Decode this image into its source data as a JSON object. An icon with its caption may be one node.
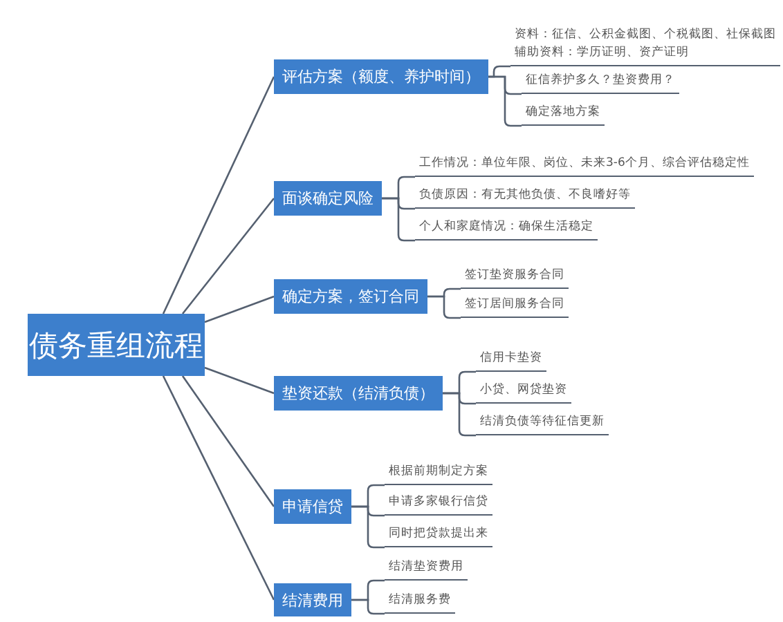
{
  "diagram": {
    "nodes": [
      {
        "text": [
          "债务重组流程"
        ]
      },
      {
        "text": [
          "评估方案（额度、养护时间）"
        ]
      },
      {
        "text": [
          "资料：征信、公积金截图、个税截图、社保截图",
          "辅助资料：学历证明、资产证明"
        ]
      },
      {
        "text": [
          "征信养护多久？垫资费用？"
        ]
      },
      {
        "text": [
          "确定落地方案"
        ]
      },
      {
        "text": [
          "面谈确定风险"
        ]
      },
      {
        "text": [
          "工作情况：单位年限、岗位、未来3-6个月、综合评估稳定性"
        ]
      },
      {
        "text": [
          "负债原因：有无其他负债、不良嗜好等"
        ]
      },
      {
        "text": [
          "个人和家庭情况：确保生活稳定"
        ]
      },
      {
        "text": [
          "确定方案，签订合同"
        ]
      },
      {
        "text": [
          "签订垫资服务合同"
        ]
      },
      {
        "text": [
          "签订居间服务合同"
        ]
      },
      {
        "text": [
          "垫资还款（结清负债）"
        ]
      },
      {
        "text": [
          "信用卡垫资"
        ]
      },
      {
        "text": [
          "小贷、网贷垫资"
        ]
      },
      {
        "text": [
          "结清负债等待征信更新"
        ]
      },
      {
        "text": [
          "申请信贷"
        ]
      },
      {
        "text": [
          "根据前期制定方案"
        ]
      },
      {
        "text": [
          "申请多家银行信贷"
        ]
      },
      {
        "text": [
          "同时把贷款提出来"
        ]
      },
      {
        "text": [
          "结清费用"
        ]
      },
      {
        "text": [
          "结清垫资费用"
        ]
      },
      {
        "text": [
          "结清服务费"
        ]
      }
    ],
    "edges": [
      {
        "from": 0,
        "to": 1,
        "arrow": "none"
      },
      {
        "from": 1,
        "to": 2,
        "arrow": "none"
      },
      {
        "from": 1,
        "to": 3,
        "arrow": "none"
      },
      {
        "from": 1,
        "to": 4,
        "arrow": "none"
      },
      {
        "from": 0,
        "to": 5,
        "arrow": "none"
      },
      {
        "from": 5,
        "to": 6,
        "arrow": "none"
      },
      {
        "from": 5,
        "to": 7,
        "arrow": "none"
      },
      {
        "from": 5,
        "to": 8,
        "arrow": "none"
      },
      {
        "from": 0,
        "to": 9,
        "arrow": "none"
      },
      {
        "from": 9,
        "to": 10,
        "arrow": "none"
      },
      {
        "from": 9,
        "to": 11,
        "arrow": "none"
      },
      {
        "from": 0,
        "to": 12,
        "arrow": "none"
      },
      {
        "from": 12,
        "to": 13,
        "arrow": "none"
      },
      {
        "from": 12,
        "to": 14,
        "arrow": "none"
      },
      {
        "from": 12,
        "to": 15,
        "arrow": "none"
      },
      {
        "from": 0,
        "to": 16,
        "arrow": "none"
      },
      {
        "from": 16,
        "to": 17,
        "arrow": "none"
      },
      {
        "from": 16,
        "to": 18,
        "arrow": "none"
      },
      {
        "from": 16,
        "to": 19,
        "arrow": "none"
      },
      {
        "from": 0,
        "to": 20,
        "arrow": "none"
      },
      {
        "from": 20,
        "to": 21,
        "arrow": "none"
      },
      {
        "from": 20,
        "to": 22,
        "arrow": "none"
      }
    ]
  }
}
